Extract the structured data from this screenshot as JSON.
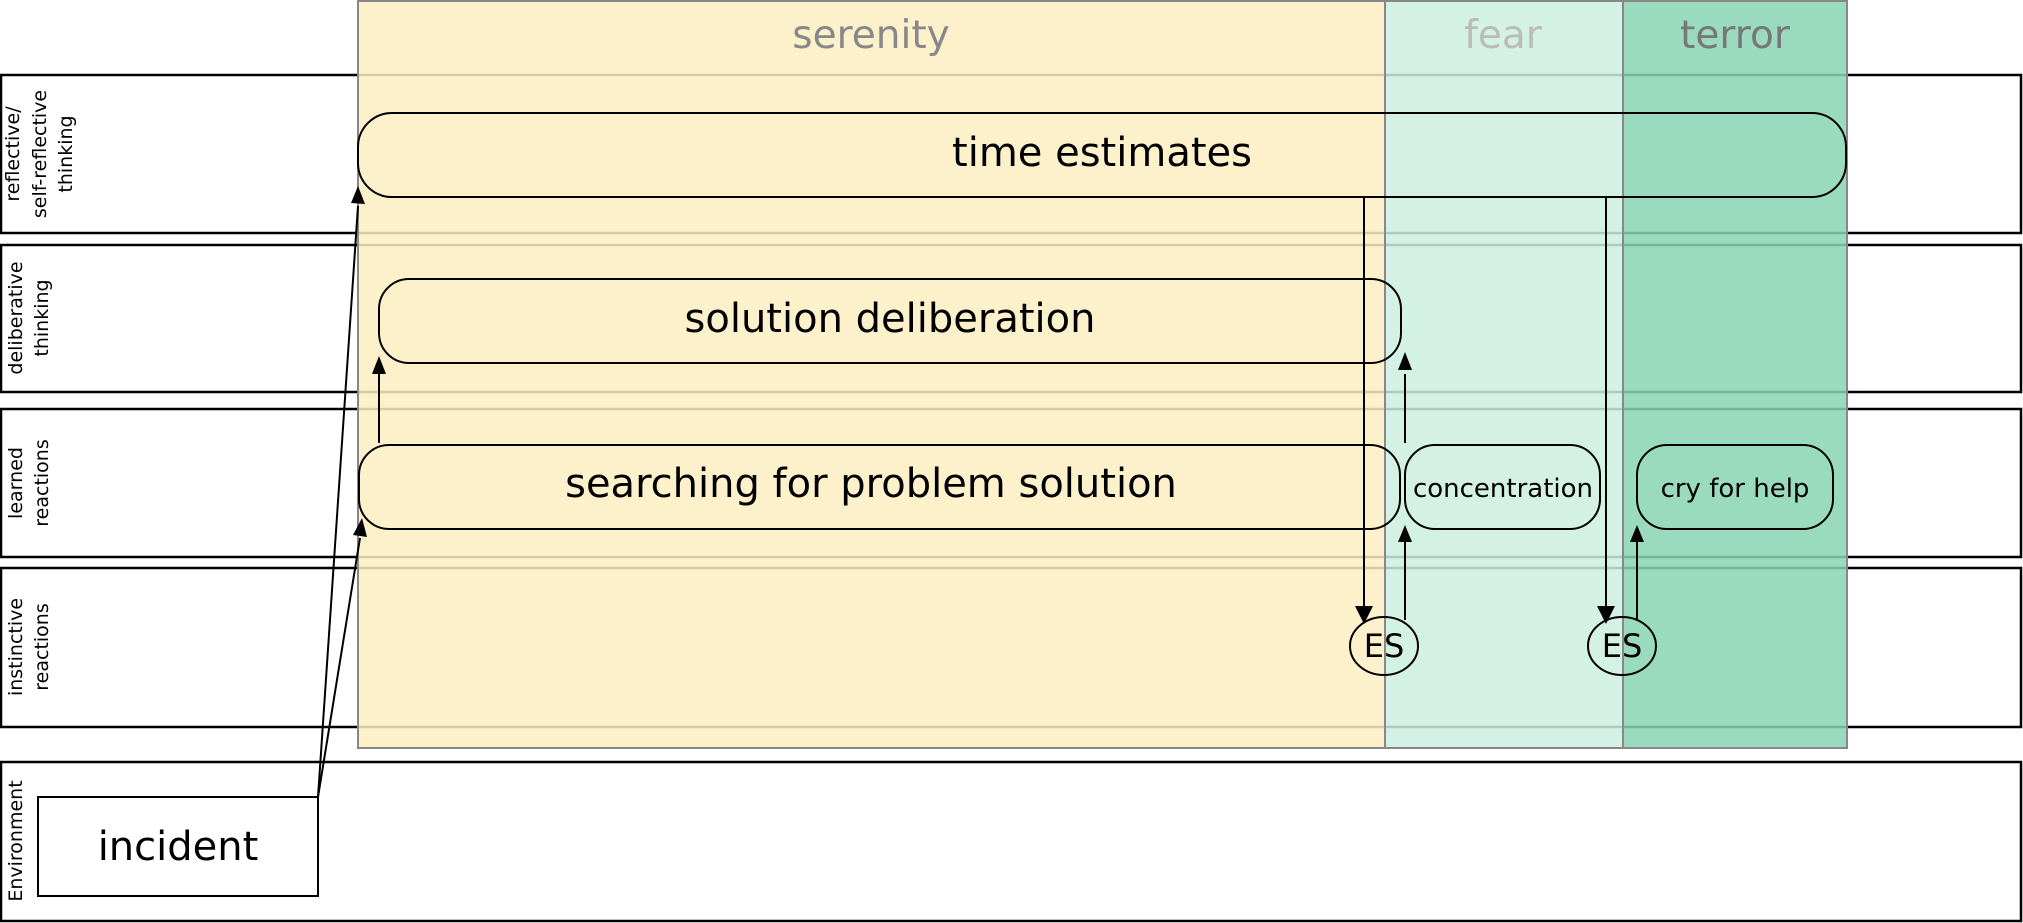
{
  "zones": {
    "serenity": {
      "label": "serenity",
      "color": "#fdeec2",
      "label_color": "#888888"
    },
    "fear": {
      "label": "fear",
      "color": "#cdeee0",
      "label_color": "#bbbbbb"
    },
    "terror": {
      "label": "terror",
      "color": "#88d5b4",
      "label_color": "#777777"
    }
  },
  "lanes": {
    "reflective": {
      "line1": "reflective/",
      "line2": "self-reflective",
      "line3": "thinking"
    },
    "deliberative": {
      "line1": "deliberative",
      "line2": "thinking"
    },
    "learned": {
      "line1": "learned",
      "line2": "reactions"
    },
    "instinctive": {
      "line1": "instinctive",
      "line2": "reactions"
    },
    "environment": {
      "line1": "Environment"
    }
  },
  "boxes": {
    "time_estimates": "time estimates",
    "solution_deliberation": "solution deliberation",
    "searching": "searching for problem solution",
    "concentration": "concentration",
    "cry_for_help": "cry for help",
    "es_1": "ES",
    "es_2": "ES",
    "incident": "incident"
  }
}
